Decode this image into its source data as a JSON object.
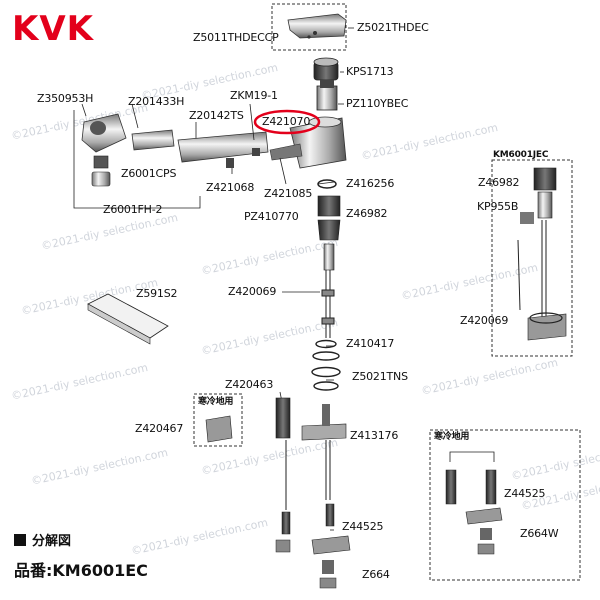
{
  "brand": "KVK",
  "section_title": "分解図",
  "model": "品番:KM6001EC",
  "watermark": "©2021-diy selection.com",
  "inset_title": "KM6001JEC",
  "cold_region_label": "寒冷地用",
  "highlight_color": "#e3001b",
  "brand_color": "#e3001b",
  "labels": {
    "z5021thdec": "Z5021THDEC",
    "z5011thdeccp": "Z5011THDECCP",
    "kps1713": "KPS1713",
    "pz110ybec": "PZ110YBEC",
    "z350953h": "Z350953H",
    "z201433h": "Z201433H",
    "zkm19_1": "ZKM19-1",
    "z20142ts": "Z20142TS",
    "z421070": "Z421070",
    "z6001cps": "Z6001CPS",
    "z421068": "Z421068",
    "z421085": "Z421085",
    "z416256": "Z416256",
    "z6001fh_2": "Z6001FH-2",
    "pz410770": "PZ410770",
    "z46982": "Z46982",
    "z591s2": "Z591S2",
    "z420069": "Z420069",
    "z410417": "Z410417",
    "z5021tns": "Z5021TNS",
    "z420463": "Z420463",
    "z420467": "Z420467",
    "z413176": "Z413176",
    "z44525": "Z44525",
    "z664": "Z664",
    "km6001jec": "KM6001JEC",
    "inset_z46982": "Z46982",
    "kp955b": "KP955B",
    "inset_z420069": "Z420069",
    "cold_z44525": "Z44525",
    "z664w": "Z664W"
  }
}
